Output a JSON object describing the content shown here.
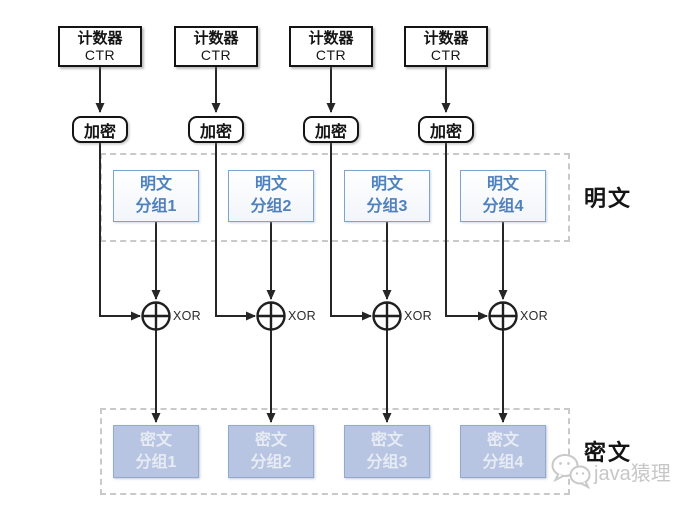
{
  "diagram": {
    "mode_name": "CTR",
    "columns": [
      {
        "counter_line1": "计数器",
        "counter_line2": "CTR",
        "encrypt_label": "加密",
        "plaintext_line1": "明文",
        "plaintext_line2": "分组1",
        "xor_label": "XOR",
        "ciphertext_line1": "密文",
        "ciphertext_line2": "分组1"
      },
      {
        "counter_line1": "计数器",
        "counter_line2": "CTR",
        "encrypt_label": "加密",
        "plaintext_line1": "明文",
        "plaintext_line2": "分组2",
        "xor_label": "XOR",
        "ciphertext_line1": "密文",
        "ciphertext_line2": "分组2"
      },
      {
        "counter_line1": "计数器",
        "counter_line2": "CTR",
        "encrypt_label": "加密",
        "plaintext_line1": "明文",
        "plaintext_line2": "分组3",
        "xor_label": "XOR",
        "ciphertext_line1": "密文",
        "ciphertext_line2": "分组3"
      },
      {
        "counter_line1": "计数器",
        "counter_line2": "CTR",
        "encrypt_label": "加密",
        "plaintext_line1": "明文",
        "plaintext_line2": "分组4",
        "xor_label": "XOR",
        "ciphertext_line1": "密文",
        "ciphertext_line2": "分组4"
      }
    ],
    "plaintext_group_label": "明文",
    "ciphertext_group_label": "密文",
    "watermark_text": "java猿理",
    "watermark_icon": "wechat-chat-bubbles-icon",
    "xor_icon": "circle-plus-xor-icon",
    "colors": {
      "line": "#262626",
      "box_border": "#141414",
      "plaintext_text": "#4f81bd",
      "plaintext_border": "#7da3cf",
      "ciphertext_fill": "#b7c5e2",
      "ciphertext_border": "#94a9d0",
      "ciphertext_text": "#e7ebf3",
      "dashed_region_border": "#c9c9c9",
      "watermark_gray": "#c7c7c7"
    }
  }
}
